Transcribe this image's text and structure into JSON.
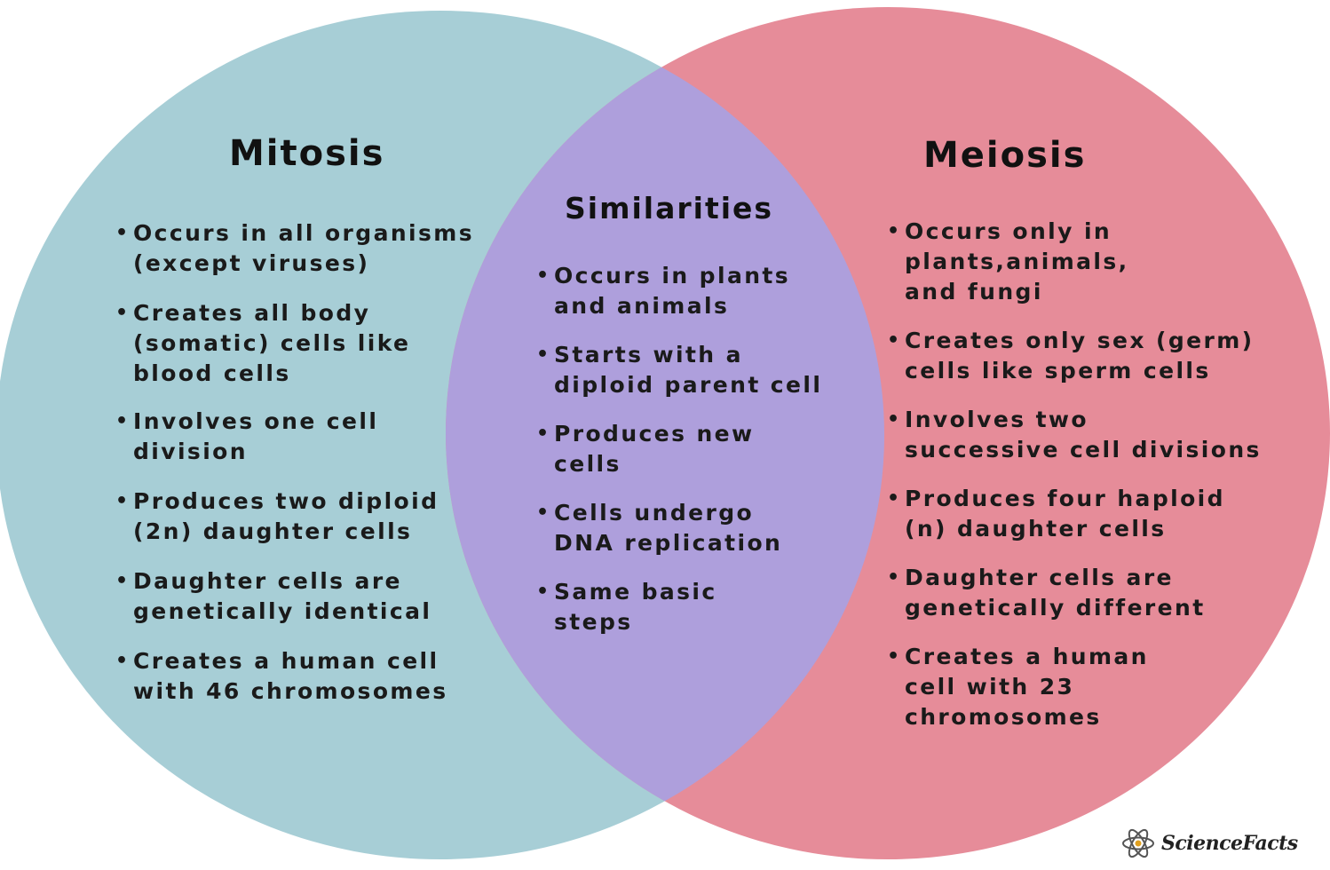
{
  "colors": {
    "mitosis_circle": "#a7ced6",
    "meiosis_circle": "#e68c99",
    "overlap": "#ae9fdc",
    "text": "#1a1a1a"
  },
  "mitosis": {
    "title": "Mitosis",
    "items": [
      "Occurs in all organisms\n(except viruses)",
      "Creates all body\n(somatic) cells like\nblood cells",
      "Involves one cell\ndivision",
      "Produces two diploid\n(2n) daughter cells",
      "Daughter cells are\ngenetically identical",
      "Creates a human cell\nwith 46 chromosomes"
    ]
  },
  "similarities": {
    "title": "Similarities",
    "items": [
      "Occurs in plants\nand animals",
      "Starts with a\ndiploid parent cell",
      "Produces new\ncells",
      "Cells undergo\nDNA replication",
      "Same basic\nsteps"
    ]
  },
  "meiosis": {
    "title": "Meiosis",
    "items": [
      "Occurs only in\nplants,animals,\nand fungi",
      "Creates only sex (germ)\ncells like sperm cells",
      "Involves two\nsuccessive cell divisions",
      "Produces four haploid\n(n) daughter cells",
      "Daughter cells are\ngenetically different",
      "Creates a human\ncell with 23\nchromosomes"
    ]
  },
  "logo": {
    "icon": "atom-icon",
    "text": "ScienceFacts"
  }
}
